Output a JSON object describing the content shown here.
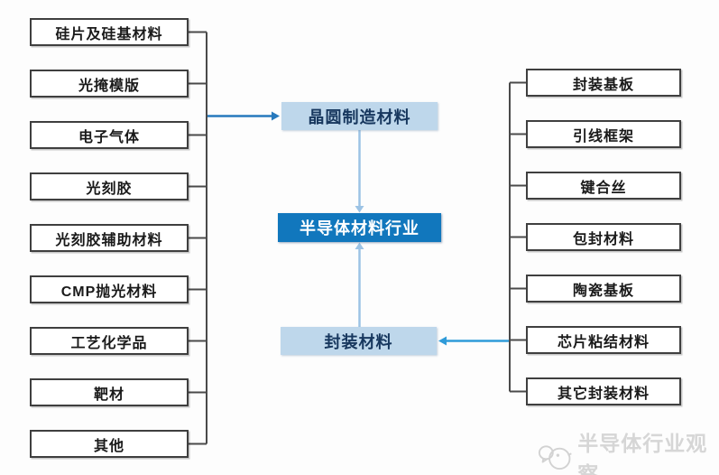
{
  "diagram": {
    "center_box": {
      "label": "半导体材料行业"
    },
    "wafer_box": {
      "label": "晶圆制造材料"
    },
    "packaging_box": {
      "label": "封装材料"
    },
    "wafer_materials": [
      "硅片及硅基材料",
      "光掩模版",
      "电子气体",
      "光刻胶",
      "光刻胶辅助材料",
      "CMP抛光材料",
      "工艺化学品",
      "靶材",
      "其他"
    ],
    "packaging_materials": [
      "封装基板",
      "引线框架",
      "键合丝",
      "包封材料",
      "陶瓷基板",
      "芯片粘结材料",
      "其它封装材料"
    ]
  },
  "colors": {
    "center_box_bg": "#1177bd",
    "center_box_text": "#ffffff",
    "light_box_bg": "#bed7eb",
    "light_box_text": "#17375e",
    "arrow_blue_left": "#2779bd",
    "arrow_blue_right": "#2f9bd9",
    "flow_light_blue": "#9cc3e5",
    "wire_gray": "#4a4a4a"
  },
  "watermark": {
    "text": "半导体行业观察",
    "color": "#d6d6d6"
  }
}
